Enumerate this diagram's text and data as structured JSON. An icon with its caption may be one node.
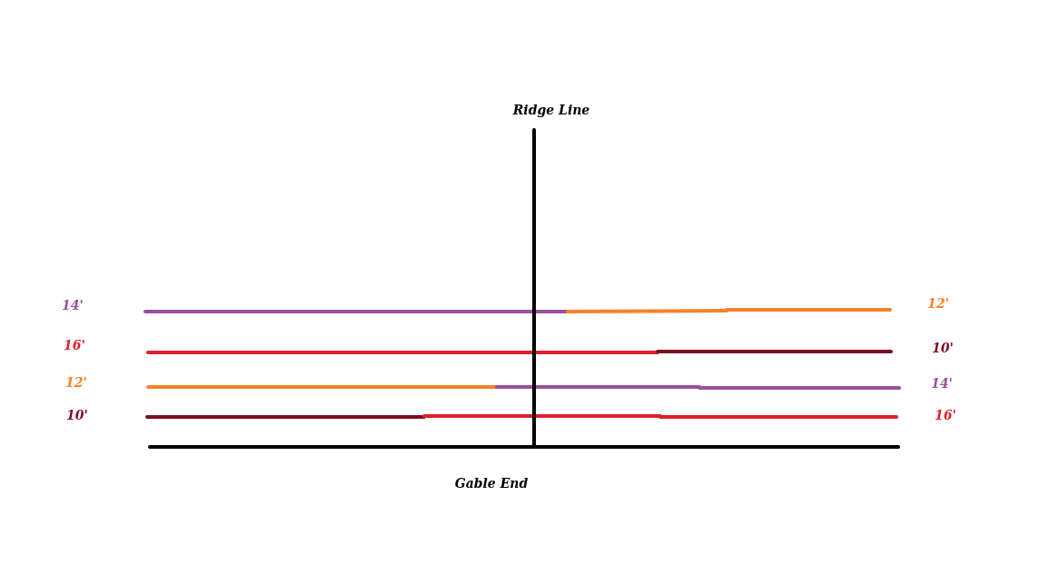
{
  "diagram": {
    "labels": [
      "Ridge Line",
      "14'",
      "12'",
      "16'",
      "10'",
      "12'",
      "14'",
      "10'",
      "16'",
      "Gable End"
    ]
  }
}
